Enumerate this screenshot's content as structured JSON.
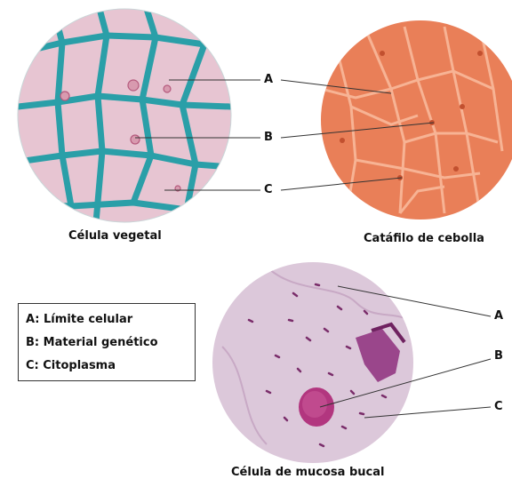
{
  "captions": {
    "plant_cell": "Célula vegetal",
    "onion": "Catáfilo de cebolla",
    "cheek_cell": "Célula de mucosa bucal"
  },
  "markers_top": [
    "A",
    "B",
    "C"
  ],
  "markers_bottom": [
    "A",
    "B",
    "C"
  ],
  "legend": [
    "A: Límite celular",
    "B: Material genético",
    "C: Citoplasma"
  ],
  "colors": {
    "plant_wall": "#2a9fa8",
    "plant_cytoplasm": "#e9c6d3",
    "onion_fill": "#e9805a",
    "onion_wall": "#f7b394",
    "cheek_fill": "#dcc7d9",
    "nucleus": "#b2367f",
    "bacteria": "#7a2d6a"
  }
}
